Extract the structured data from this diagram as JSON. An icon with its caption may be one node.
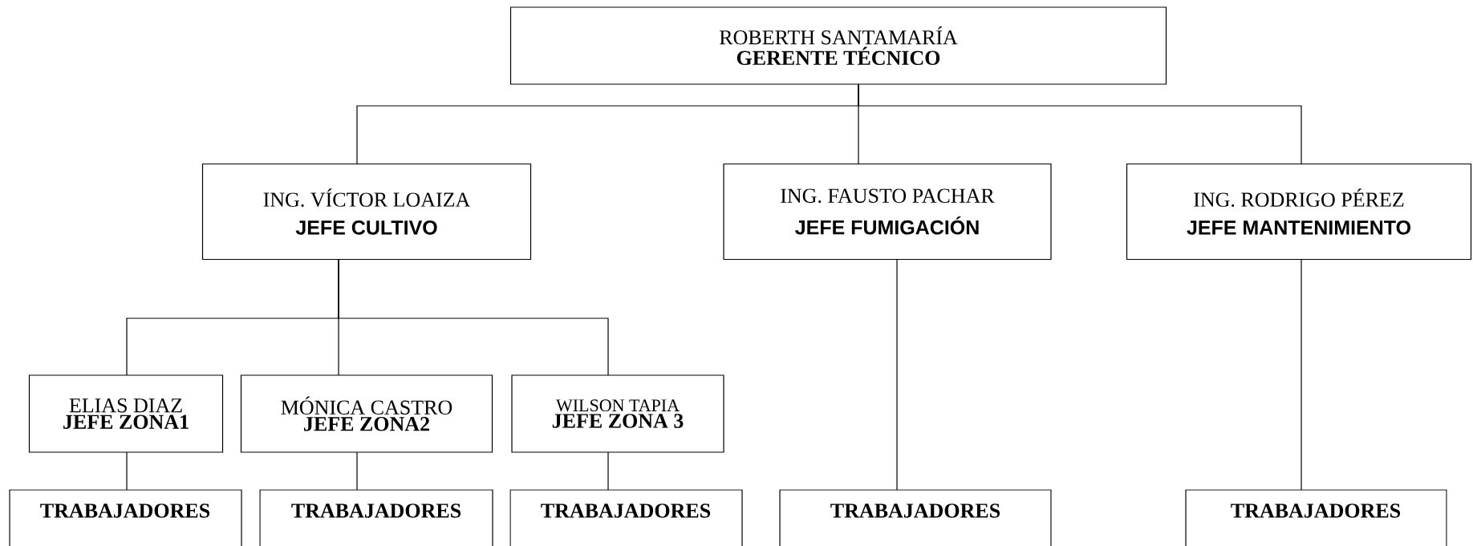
{
  "diagram": {
    "nodes": [
      {
        "text": [
          "ROBERTH SANTAMARÍA",
          "GERENTE TÉCNICO"
        ]
      },
      {
        "text": [
          "ING. VÍCTOR LOAIZA",
          "JEFE CULTIVO"
        ]
      },
      {
        "text": [
          "ING. FAUSTO PACHAR",
          "JEFE FUMIGACIÓN"
        ]
      },
      {
        "text": [
          "ING. RODRIGO PÉREZ",
          "JEFE MANTENIMIENTO"
        ]
      },
      {
        "text": [
          "ELIAS DIAZ",
          "JEFE ZONA1"
        ]
      },
      {
        "text": [
          "MÓNICA CASTRO",
          "JEFE ZONA2"
        ]
      },
      {
        "text": [
          "WILSON TAPIA",
          "JEFE ZONA 3"
        ]
      },
      {
        "text": [
          "TRABAJADORES"
        ]
      },
      {
        "text": [
          "TRABAJADORES"
        ]
      },
      {
        "text": [
          "TRABAJADORES"
        ]
      },
      {
        "text": [
          "TRABAJADORES"
        ]
      },
      {
        "text": [
          "TRABAJADORES"
        ]
      }
    ],
    "edges": [
      {
        "from": 0,
        "to": 1,
        "arrow": "none"
      },
      {
        "from": 0,
        "to": 2,
        "arrow": "none"
      },
      {
        "from": 0,
        "to": 3,
        "arrow": "none"
      },
      {
        "from": 1,
        "to": 4,
        "arrow": "none"
      },
      {
        "from": 1,
        "to": 5,
        "arrow": "none"
      },
      {
        "from": 1,
        "to": 6,
        "arrow": "none"
      },
      {
        "from": 4,
        "to": 7,
        "arrow": "none"
      },
      {
        "from": 5,
        "to": 8,
        "arrow": "none"
      },
      {
        "from": 6,
        "to": 9,
        "arrow": "none"
      },
      {
        "from": 2,
        "to": 10,
        "arrow": "none"
      },
      {
        "from": 3,
        "to": 11,
        "arrow": "none"
      }
    ]
  }
}
